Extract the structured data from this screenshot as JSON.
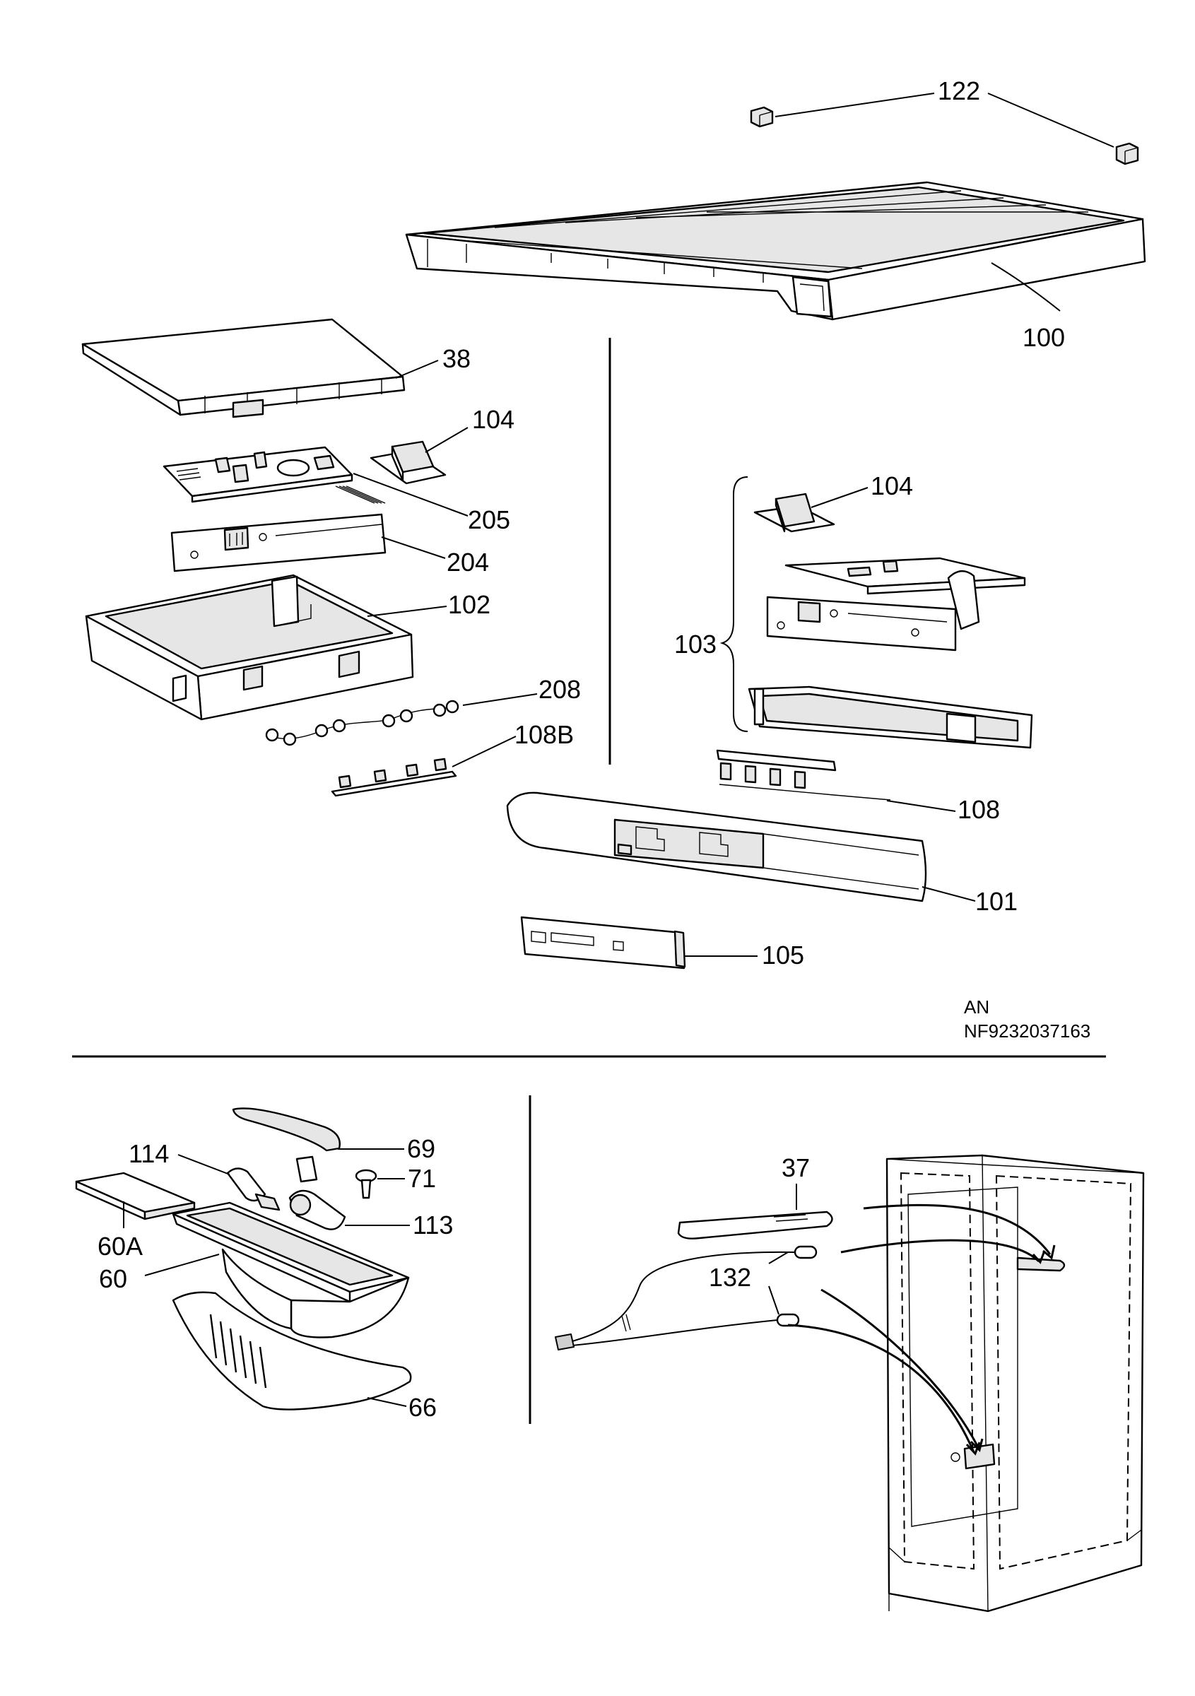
{
  "colors": {
    "ink": "#000000",
    "paper": "#ffffff",
    "shade": "#e6e6e6"
  },
  "labels": {
    "p122": "122",
    "p100": "100",
    "p38": "38",
    "p104a": "104",
    "p205": "205",
    "p204": "204",
    "p102": "102",
    "p208": "208",
    "p108b": "108B",
    "p104b": "104",
    "p103": "103",
    "p108": "108",
    "p101": "101",
    "p105": "105",
    "p69": "69",
    "p114": "114",
    "p71": "71",
    "p113": "113",
    "p60a": "60A",
    "p60": "60",
    "p66": "66",
    "p37": "37",
    "p132": "132"
  },
  "drawing_code": {
    "line1": "AN",
    "line2": "NF9232037163"
  }
}
